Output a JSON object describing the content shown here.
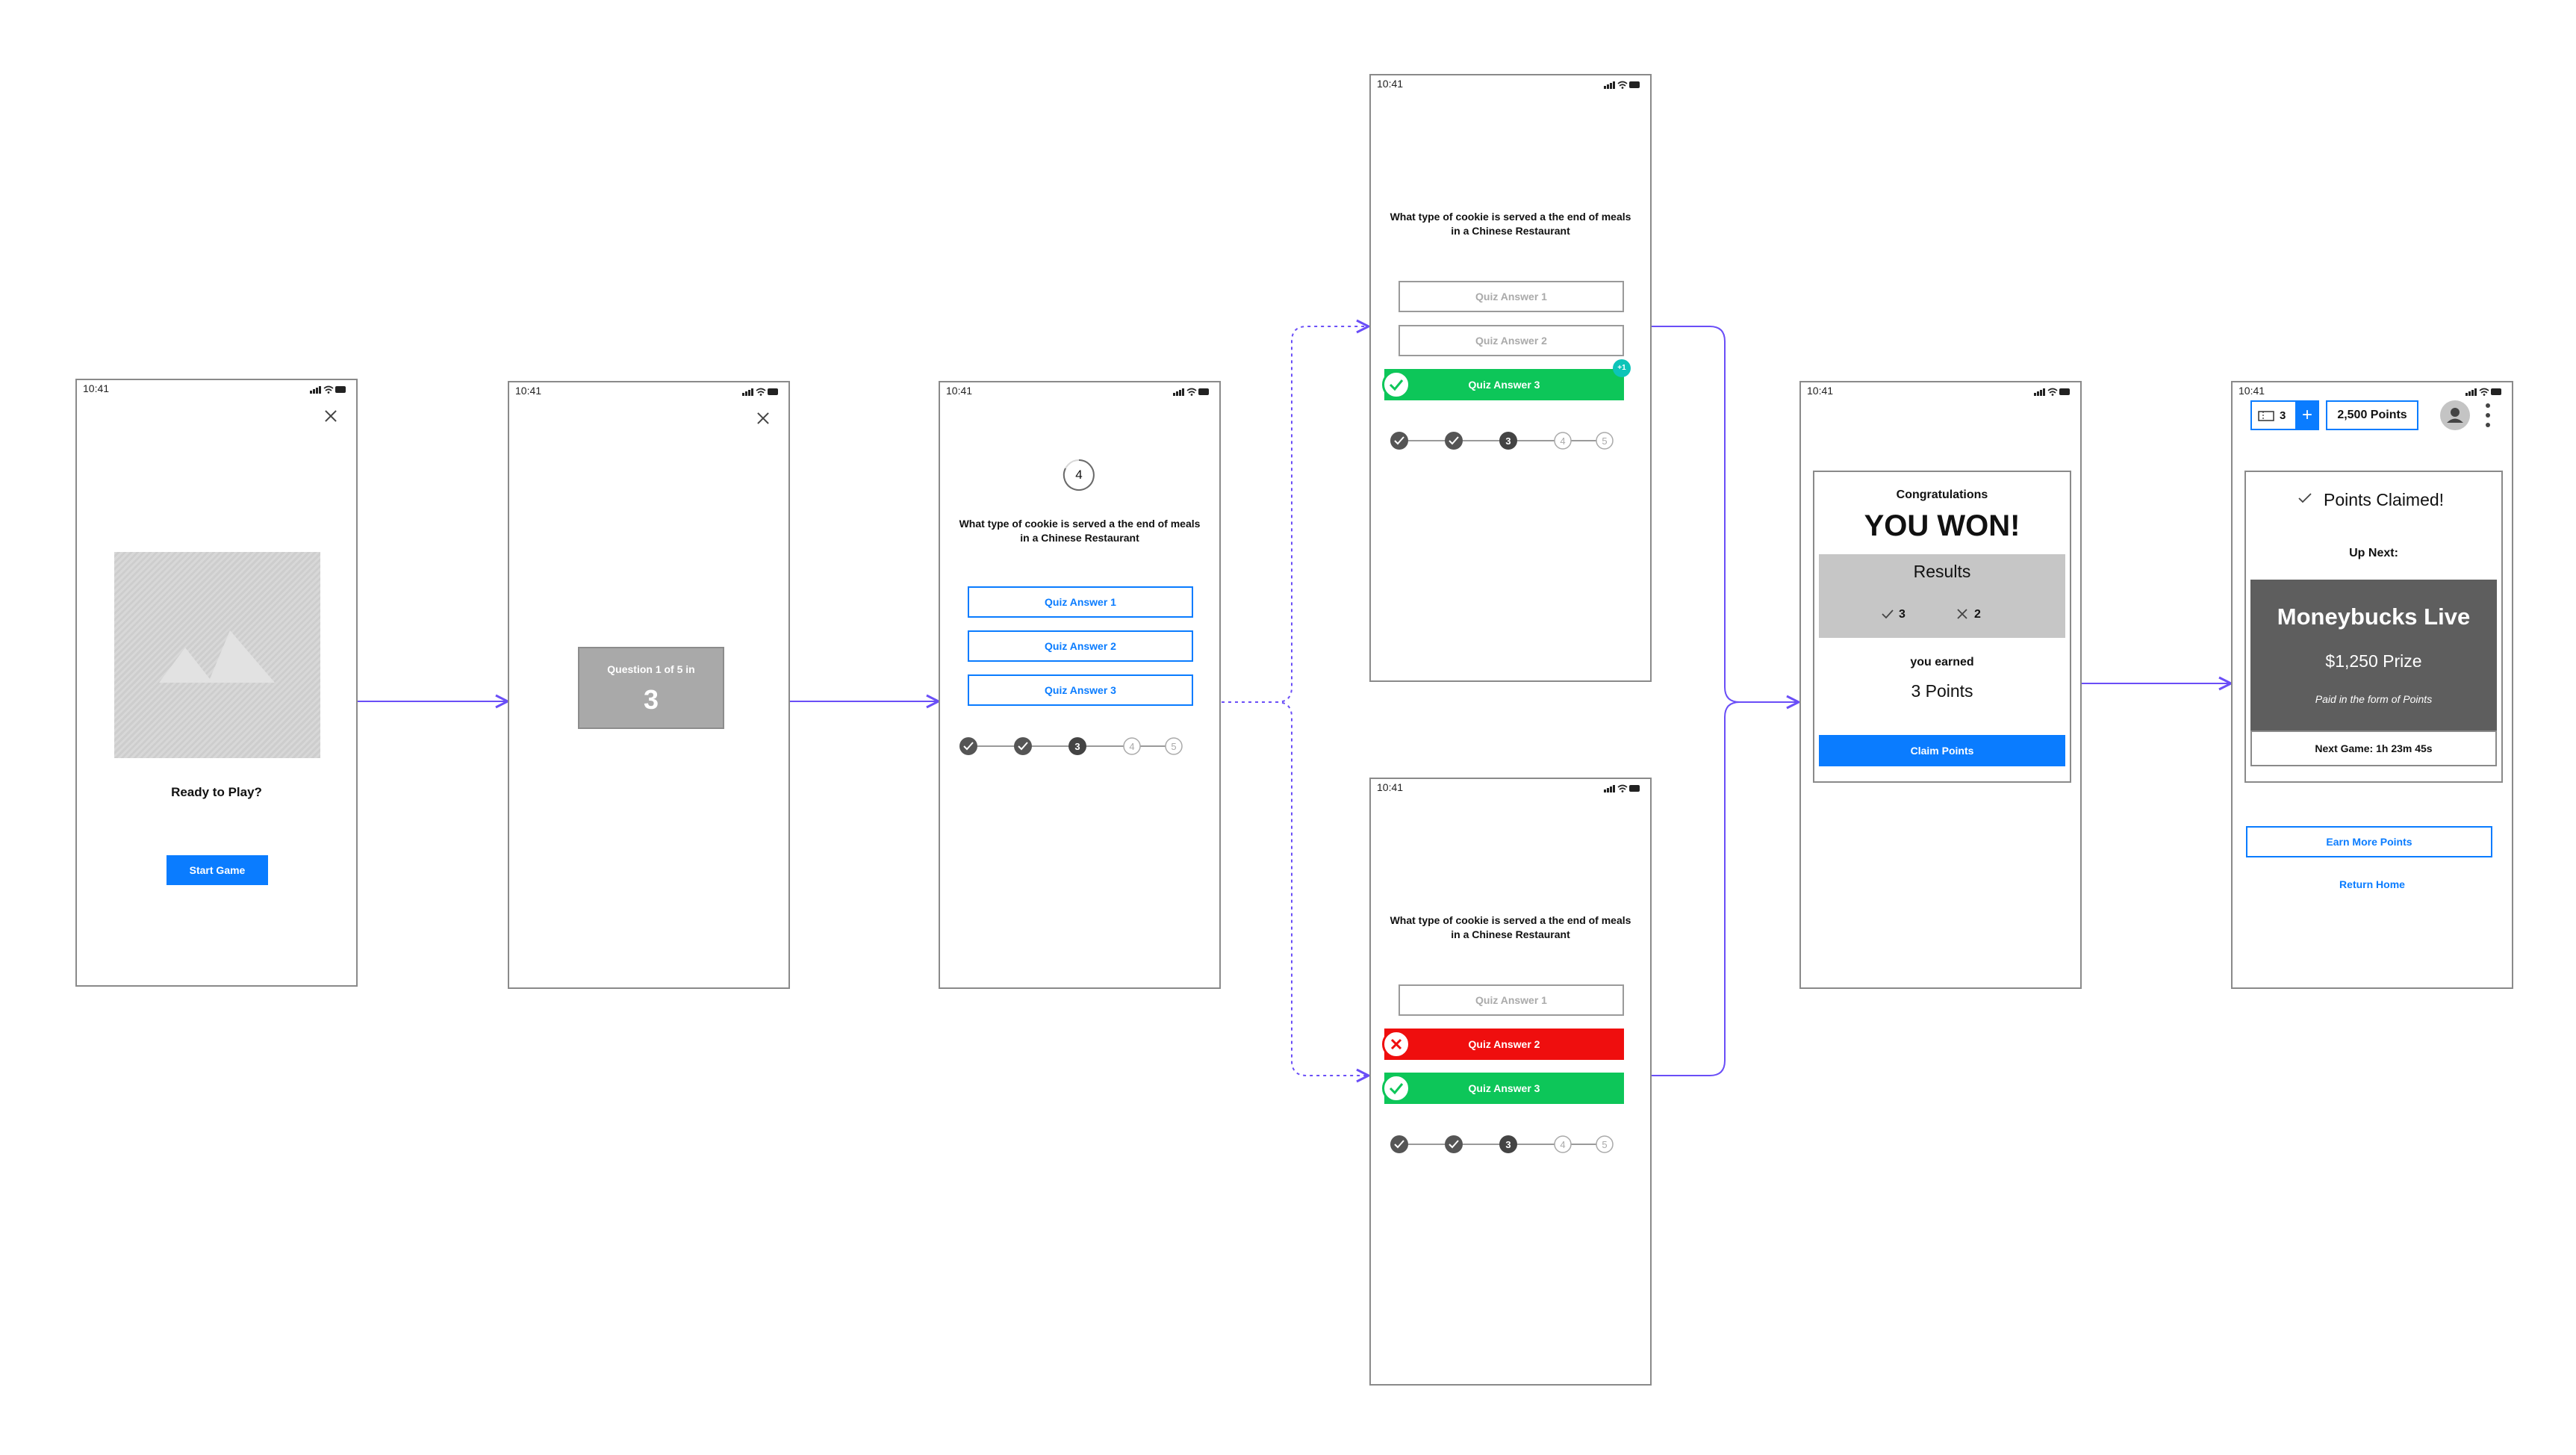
{
  "colors": {
    "accent": "#0a7cff",
    "correct": "#0dc659",
    "wrong": "#ef0e0e",
    "flow_line": "#6a4ef7"
  },
  "status_bar": {
    "time": "10:41"
  },
  "screen_ready": {
    "image_icon": "image-placeholder-icon",
    "prompt": "Ready to Play?",
    "start_button": "Start Game"
  },
  "screen_countdown": {
    "label": "Question 1 of 5 in",
    "count": "3"
  },
  "screen_question": {
    "timer": "4",
    "question": "What type of cookie is served a the end of meals in a Chinese Restaurant",
    "answers": [
      "Quiz Answer 1",
      "Quiz Answer 2",
      "Quiz Answer 3"
    ],
    "progress_current": "3",
    "progress_future": [
      "4",
      "5"
    ]
  },
  "screen_correct": {
    "question": "What type of cookie is served a the end of meals in a Chinese Restaurant",
    "answers": [
      "Quiz Answer 1",
      "Quiz Answer 2",
      "Quiz Answer 3"
    ],
    "bonus": "+1",
    "progress_current": "3",
    "progress_future": [
      "4",
      "5"
    ]
  },
  "screen_wrong": {
    "question": "What type of cookie is served a the end of meals in a Chinese Restaurant",
    "answers": [
      "Quiz Answer 1",
      "Quiz Answer 2",
      "Quiz Answer 3"
    ],
    "progress_current": "3",
    "progress_future": [
      "4",
      "5"
    ]
  },
  "screen_won": {
    "congrats": "Congratulations",
    "headline": "YOU WON!",
    "results_title": "Results",
    "correct_count": "3",
    "wrong_count": "2",
    "earned_label": "you earned",
    "points": "3 Points",
    "claim_button": "Claim Points"
  },
  "screen_claimed": {
    "tickets": "3",
    "plus": "+",
    "points_balance": "2,500 Points",
    "claimed": "Points Claimed!",
    "up_next": "Up Next:",
    "show_title": "Moneybucks Live",
    "prize": "$1,250 Prize",
    "prize_note": "Paid in the form of Points",
    "next_game": "Next Game: 1h 23m 45s",
    "earn_button": "Earn More Points",
    "home_link": "Return Home"
  }
}
